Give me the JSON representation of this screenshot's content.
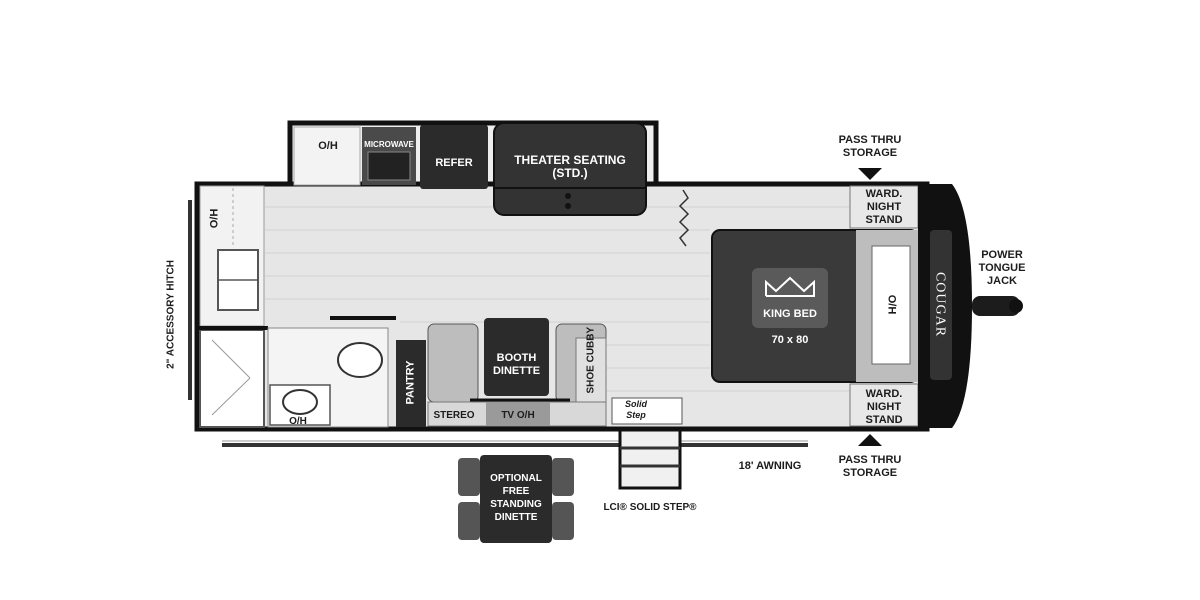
{
  "labels": {
    "oh_top": "O/H",
    "microwave": "MICROWAVE",
    "refer": "REFER",
    "theater_seating": "THEATER SEATING\n(STD.)",
    "pass_thru_top": "PASS THRU\nSTORAGE",
    "ward_top": "WARD.\nNIGHT\nSTAND",
    "power_jack": "POWER\nTONGUE\nJACK",
    "king_bed": "KING BED",
    "bed_size": "70 x 80",
    "oh_bed": "O/H",
    "ward_bottom": "WARD.\nNIGHT\nSTAND",
    "pass_thru_bottom": "PASS THRU\nSTORAGE",
    "awning": "18' AWNING",
    "solid_step": "LCI® SOLID STEP®",
    "optional_dinette": "OPTIONAL\nFREE\nSTANDING\nDINETTE",
    "oh_left": "O/H",
    "accessory_hitch": "2\" ACCESSORY HITCH",
    "pantry": "PANTRY",
    "booth_dinette": "BOOTH\nDINETTE",
    "shoe_cubby": "SHOE\nCUBBY",
    "stereo": "STEREO",
    "tv_oh": "TV O/H",
    "oh_bath": "O/H",
    "solid_step_logo": "Solid\nStep",
    "brand": "COUGAR"
  },
  "colors": {
    "wall": "#111111",
    "floor": "#e4e4e4",
    "dark": "#2b2b2b",
    "mid": "#8a8a8a",
    "light": "#cfcfcf"
  }
}
